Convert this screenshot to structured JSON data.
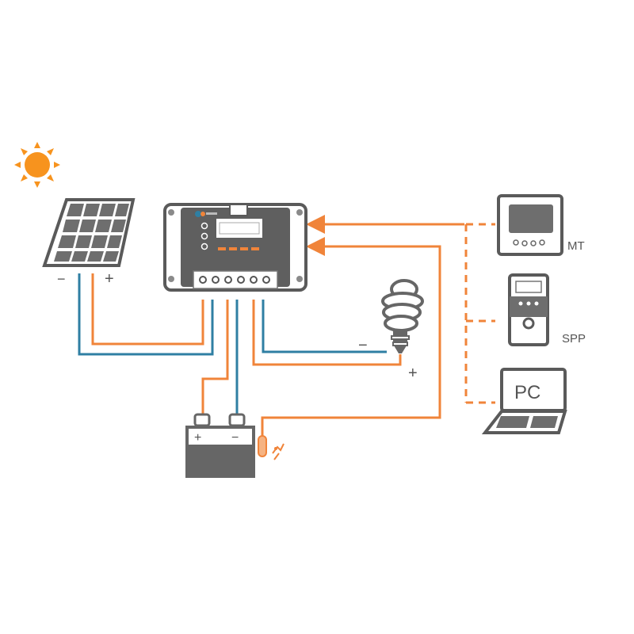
{
  "colors": {
    "orange": "#f0843a",
    "blue": "#2f7fa3",
    "device": "#6e6e6e",
    "dark": "#4a4a4a",
    "sun": "#f7931e"
  },
  "icons": [
    "sun-icon",
    "solar-panel-icon",
    "charge-controller-icon",
    "battery-icon",
    "bulb-icon",
    "temperature-sensor-icon",
    "meter-icon",
    "spp-icon",
    "laptop-icon"
  ],
  "solar_panel": {
    "minus": "−",
    "plus": "+"
  },
  "battery": {
    "plus": "+",
    "minus": "−"
  },
  "load": {
    "minus": "−",
    "plus": "+"
  },
  "devices": {
    "mt": {
      "label": "MT"
    },
    "spp": {
      "label": "SPP"
    },
    "pc": {
      "label": "PC",
      "screen_text": "PC"
    }
  }
}
